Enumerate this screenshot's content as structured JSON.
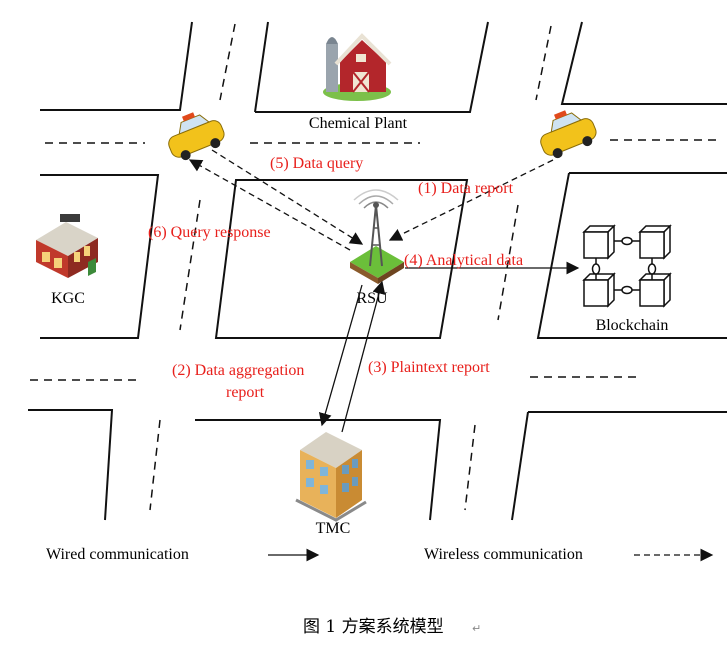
{
  "nodes": {
    "chemical_plant": "Chemical Plant",
    "kgc": "KGC",
    "rsu": "RSU",
    "blockchain": "Blockchain",
    "tmc": "TMC"
  },
  "flows": {
    "data_query": "(5) Data query",
    "data_report": "(1) Data report",
    "query_response": "(6) Query response",
    "analytical_data": "(4) Analytical data",
    "data_aggregation_line1": "(2) Data aggregation",
    "data_aggregation_line2": "report",
    "plaintext_report": "(3) Plaintext report"
  },
  "legend": {
    "wired": "Wired communication",
    "wireless": "Wireless communication"
  },
  "caption": "图 1  方案系统模型",
  "colors": {
    "flow_label": "#e8201c",
    "taxi": "#f2c21b",
    "barn": "#b3262b",
    "tmc_building": "#e8b25a",
    "kgc_building": "#c0392b",
    "rsu_ground": "#6bbf3a"
  }
}
